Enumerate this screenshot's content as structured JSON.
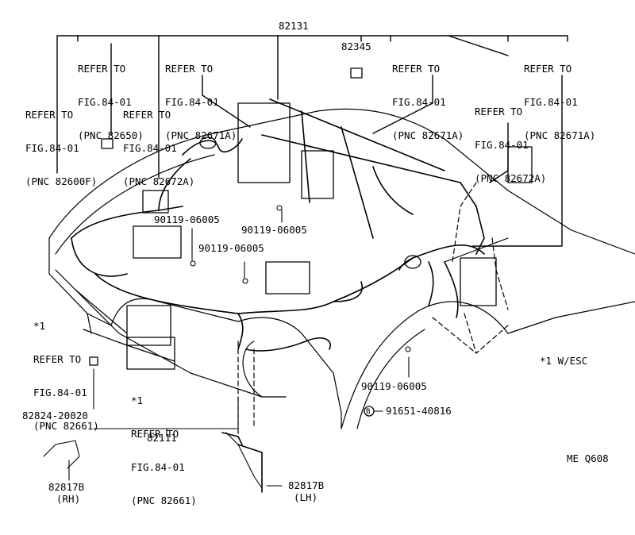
{
  "title_part": "82131",
  "refs": {
    "r82650": [
      "REFER TO",
      "FIG.84-01",
      "(PNC 82650)"
    ],
    "r82671a_left": [
      "REFER TO",
      "FIG.84-01",
      "(PNC 82671A)"
    ],
    "r82671a_mid": [
      "REFER TO",
      "FIG.84-01",
      "(PNC 82671A)"
    ],
    "r82671a_right": [
      "REFER TO",
      "FIG.84-01",
      "(PNC 82671A)"
    ],
    "r82600f": [
      "REFER TO",
      "FIG.84-01",
      "(PNC 82600F)"
    ],
    "r82672a_left": [
      "REFER TO",
      "FIG.84-01",
      "(PNC 82672A)"
    ],
    "r82672a_right": [
      "REFER TO",
      "FIG.84-01",
      "(PNC 82672A)"
    ],
    "r82661_left": [
      "*1",
      "REFER TO",
      "FIG.84-01",
      "(PNC 82661)"
    ],
    "r82661_bottom": [
      "*1",
      "REFER TO",
      "FIG.84-01",
      "(PNC 82661)"
    ]
  },
  "parts": {
    "p82345": "82345",
    "bolt_a": "90119-06005",
    "bolt_b": "90119-06005",
    "bolt_c": "90119-06005",
    "bolt_d": "90119-06005",
    "p82824": "82824-20020",
    "p82111": "82111",
    "p91651": "91651-40816",
    "circled_b": "B",
    "p82817b_rh": "82817B",
    "p82817b_rh_side": "(RH)",
    "p82817b_lh": "82817B",
    "p82817b_lh_side": "(LH)"
  },
  "note": "*1 W/ESC",
  "figure_code": "ME Q608"
}
